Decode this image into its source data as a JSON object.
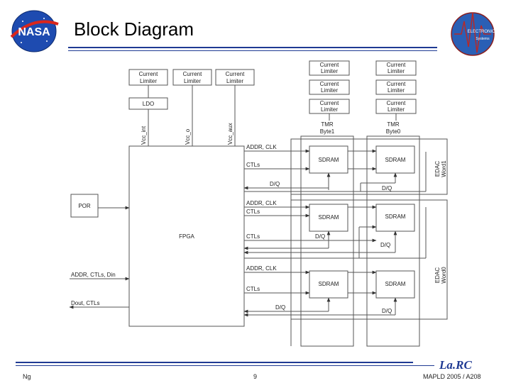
{
  "slide": {
    "title": "Block Diagram",
    "footer_left": "Ng",
    "footer_center": "9",
    "footer_right": "MAPLD 2005 / A208",
    "larc_label": "La.RC",
    "nasa_logo": "NASA",
    "logo_right_lines": [
      "ELECTRONIC",
      "Systems"
    ]
  },
  "colors": {
    "rule": "#1f3a93",
    "stroke": "#333333",
    "text": "#222222"
  },
  "diagram": {
    "current_limiter": [
      "Current",
      "Limiter"
    ],
    "ldo": "LDO",
    "vcc_int": "Vcc_int",
    "vcc_o": "Vcc_o",
    "vcc_aux": "Vcc_aux",
    "por": "POR",
    "fpga": "FPGA",
    "sdram": "SDRAM",
    "tmr1": [
      "TMR",
      "Byte1"
    ],
    "tmr0": [
      "TMR",
      "Byte0"
    ],
    "edac1": [
      "EDAC",
      "Word1"
    ],
    "edac0": [
      "EDAC",
      "Word0"
    ],
    "addr_clk": "ADDR, CLK",
    "ctls": "CTLs",
    "dq": "D/Q",
    "addr_ctls_din": "ADDR, CTLs, Din",
    "dout_ctls": "Dout, CTLs"
  }
}
